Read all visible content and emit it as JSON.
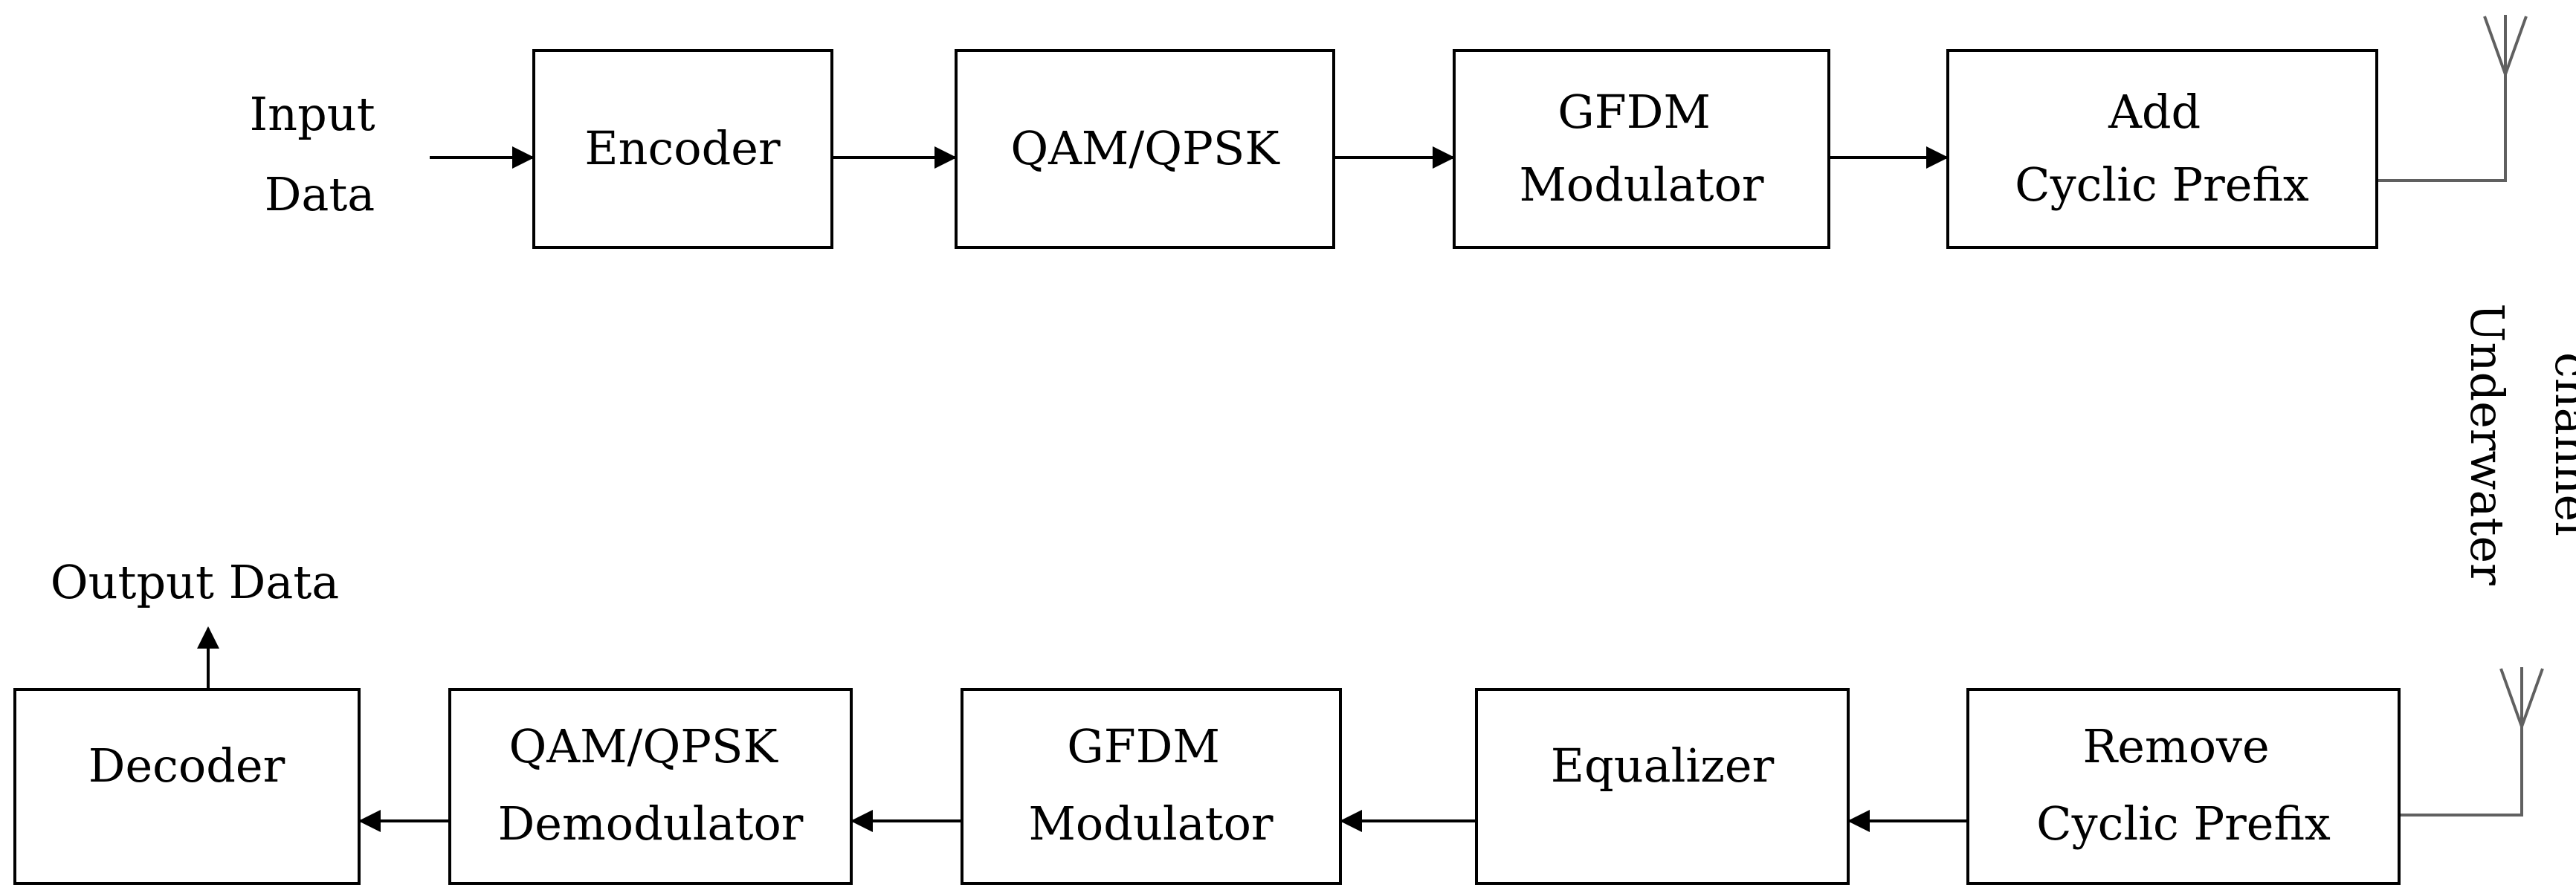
{
  "diagram": {
    "transmitter": {
      "input_label": [
        "Input",
        "Data"
      ],
      "blocks": [
        {
          "id": "encoder",
          "lines": [
            "Encoder"
          ]
        },
        {
          "id": "qam-qpsk",
          "lines": [
            "QAM/QPSK"
          ]
        },
        {
          "id": "gfdm-modulator-tx",
          "lines": [
            "GFDM",
            "Modulator"
          ]
        },
        {
          "id": "add-cyclic-prefix",
          "lines": [
            "Add",
            "Cyclic Prefix"
          ]
        }
      ]
    },
    "channel": {
      "lines": [
        "Underwater",
        "channel"
      ]
    },
    "receiver": {
      "output_label": [
        "Output Data"
      ],
      "blocks": [
        {
          "id": "remove-cyclic-prefix",
          "lines": [
            "Remove",
            "Cyclic Prefix"
          ]
        },
        {
          "id": "equalizer",
          "lines": [
            "Equalizer"
          ]
        },
        {
          "id": "gfdm-modulator-rx",
          "lines": [
            "GFDM",
            "Modulator"
          ]
        },
        {
          "id": "qam-qpsk-demodulator",
          "lines": [
            "QAM/QPSK",
            "Demodulator"
          ]
        },
        {
          "id": "decoder",
          "lines": [
            "Decoder"
          ]
        }
      ]
    }
  }
}
